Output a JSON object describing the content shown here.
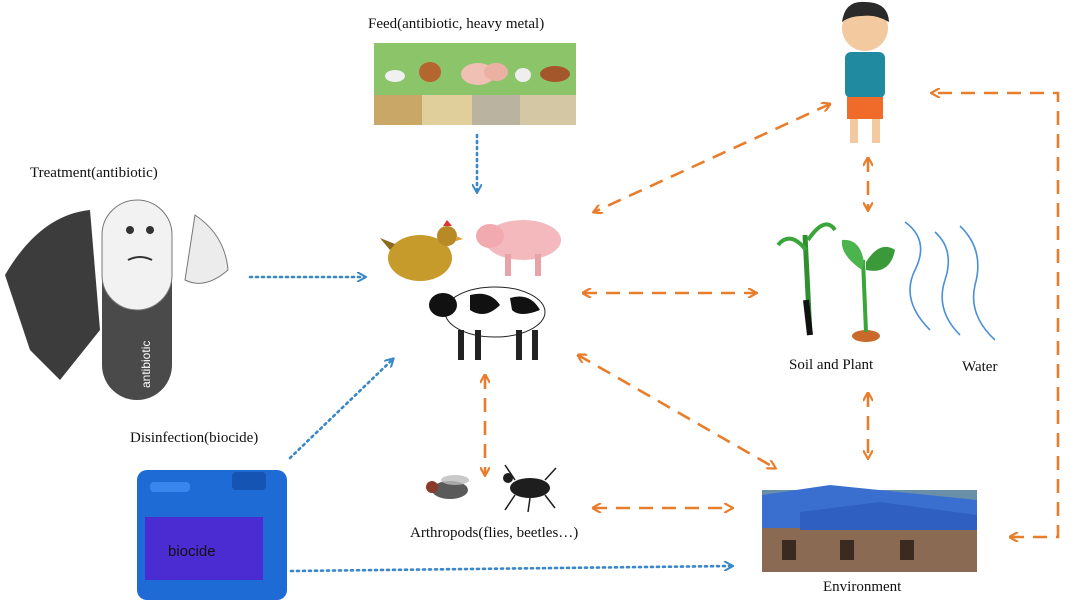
{
  "labels": {
    "feed": "Feed(antibiotic, heavy metal)",
    "treatment": "Treatment(antibiotic)",
    "disinfection": "Disinfection(biocide)",
    "soil_plant": "Soil and Plant",
    "water": "Water",
    "arthropods": "Arthropods(flies, beetles…)",
    "environment": "Environment",
    "pill_text": "antibiotic",
    "canister_text": "biocide"
  },
  "colors": {
    "solid_arrow": "#e87d2c",
    "dotted_arrow": "#3a87c8"
  }
}
